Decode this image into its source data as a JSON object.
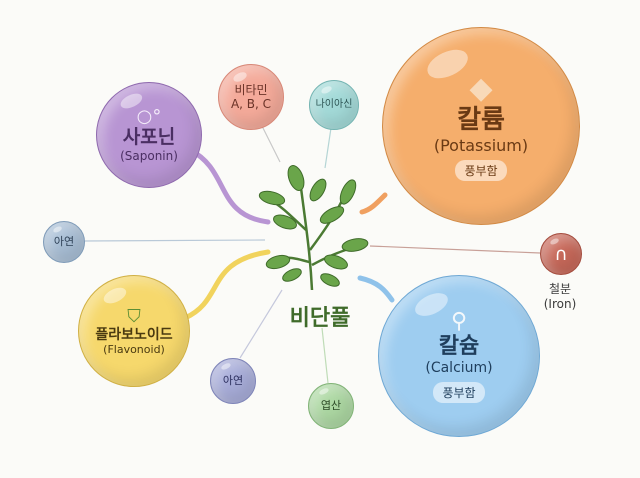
{
  "center": {
    "name": "비단풀",
    "color": "#3f6b2a"
  },
  "nodes": {
    "saponin": {
      "ko": "사포닌",
      "en": "(Saponin)",
      "color": "#b895d3",
      "icon": "bubbles-icon"
    },
    "vitamin": {
      "ko": "비타민",
      "en": "A, B, C",
      "color": "#f4aa9a"
    },
    "niacin": {
      "ko": "나이아신",
      "color": "#a3dad8"
    },
    "potassium": {
      "ko": "칼륨",
      "en": "(Potassium)",
      "badge": "풍부함",
      "color": "#f5ae6c",
      "icon": "crystal-icon"
    },
    "zinc_left": {
      "ko": "아연",
      "color": "#a9bfd6"
    },
    "iron": {
      "ko": "철분",
      "en": "(Iron)",
      "color": "#c8695a",
      "icon": "magnet-icon"
    },
    "flavonoid": {
      "ko": "플라보노이드",
      "en": "(Flavonoid)",
      "color": "#f6d86c",
      "icon": "shield-leaf-icon"
    },
    "zinc_bottom": {
      "ko": "아연",
      "color": "#a8add9"
    },
    "folic": {
      "ko": "엽산",
      "color": "#add8a3"
    },
    "calcium": {
      "ko": "칼슘",
      "en": "(Calcium)",
      "badge": "풍부함",
      "color": "#9ecdf0",
      "icon": "bone-icon"
    }
  }
}
